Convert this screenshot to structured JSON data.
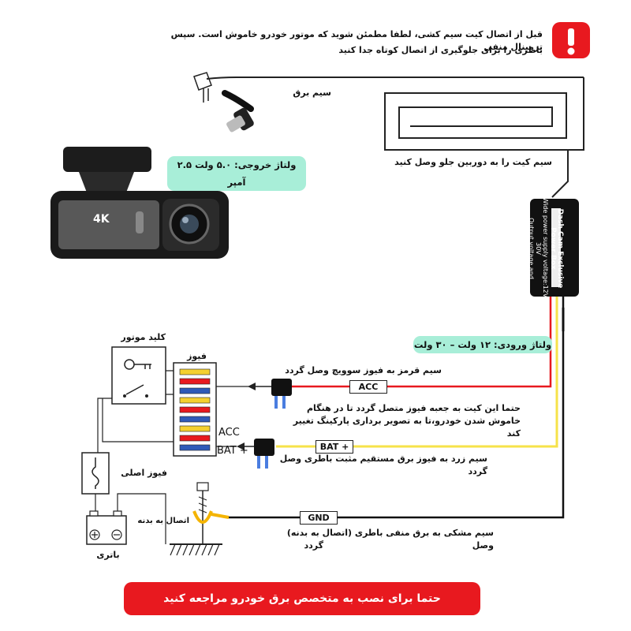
{
  "warning": {
    "line1": "قبل از اتصال کیت سیم کشی، لطفا مطمئن شوید که موتور خودرو خاموش است. سپس ترمینال منفی",
    "line2": "باطری را برای جلوگیری از اتصال کوتاه جدا کنید",
    "icon": "exclamation-icon",
    "color": "#e8191f"
  },
  "labels": {
    "power_cable": "سیم برق",
    "connect_front": "سیم کیت را به دوربین جلو وصل کنید",
    "output_voltage": "ولتاژ خروجی: ۵.۰ ولت ۲.۵ آمپر",
    "input_voltage": "ولتاژ ورودی: ۱۲ ولت – ۳۰ ولت",
    "ignition_key": "کلید موتور",
    "fuse": "فیوز",
    "main_fuse": "فیوز اصلی",
    "body_ground": "اتصال به بدنه",
    "battery": "باتری",
    "red_wire": "سیم قرمز به فیوز سوویچ وصل گردد",
    "acc_note_1": "حتما این کیت به جعبه فیوز متصل گردد تا در هنگام",
    "acc_note_2": "خاموش شدن خودرو،تا به تصویر برداری پارکینگ تغییر کند",
    "yellow_wire": "سیم زرد به فیوز برق مستقیم مثبت باطری وصل گردد",
    "black_wire_1": "سیم مشکی به برق منفی باطری (اتصال به بدنه) وصل",
    "black_wire_2": "گردد",
    "acc_box": "ACC",
    "acc_tag": "ACC",
    "bat_box": "BAT +",
    "bat_tag": "BAT +",
    "gnd_tag": "GND",
    "camera_badge": "4K"
  },
  "power_box": {
    "title": "Dash Cam Exclusive Power Box",
    "line1": "Wide power supply voltage:12V-30V",
    "line2": "Output voltage and current:5V/2.5A"
  },
  "cta": "حتما برای نصب به متخصص برق خودرو مراجعه کنید",
  "colors": {
    "accent": "#e8191f",
    "pill": "#a8eed8",
    "acc_wire": "#e8191f",
    "bat_wire": "#f6e24a",
    "gnd_wire": "#111111"
  }
}
